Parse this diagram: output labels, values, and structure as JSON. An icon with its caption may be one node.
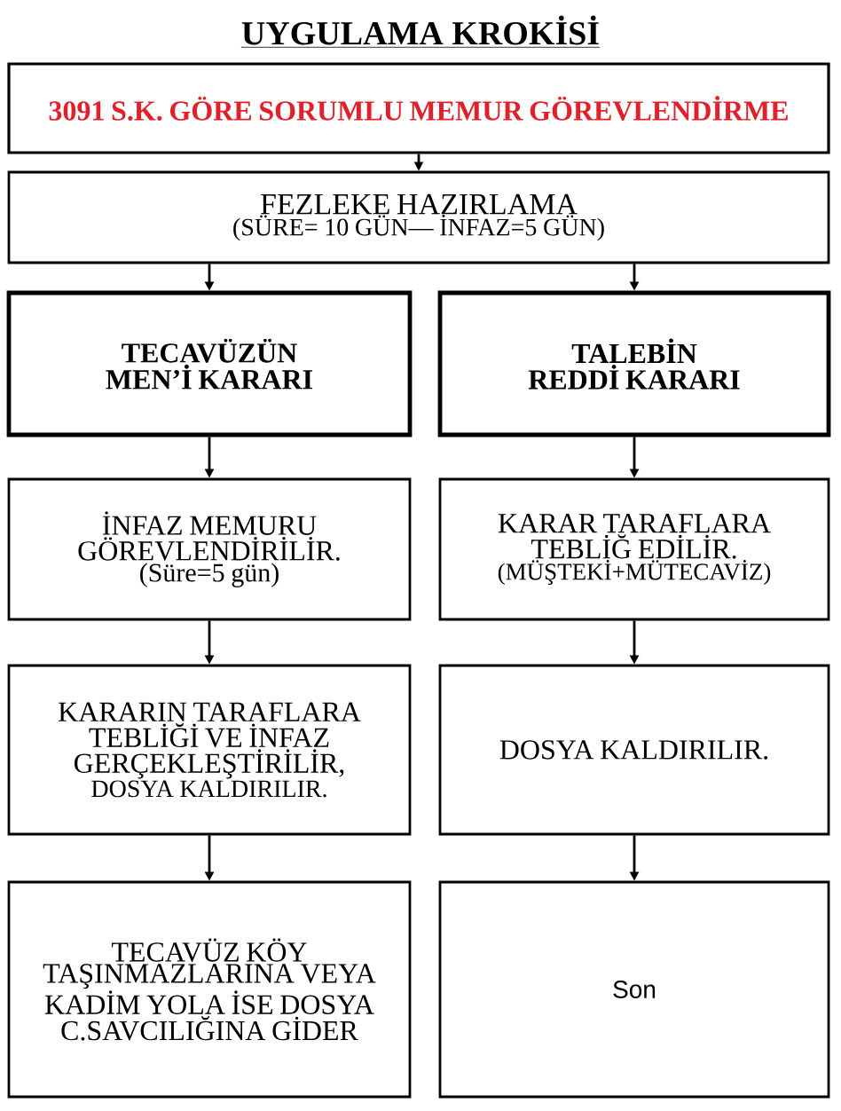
{
  "diagram": {
    "title": "UYGULAMA KROKİSİ",
    "nodes": [
      {
        "text": [
          "3091 S.K. GÖRE SORUMLU MEMUR GÖREVLENDİRME"
        ]
      },
      {
        "text": [
          "FEZLEKE HAZIRLAMA",
          "(SÜRE= 10 GÜN— İNFAZ=5 GÜN)"
        ]
      },
      {
        "text": [
          "TECAVÜZÜN MEN’İ KARARI"
        ]
      },
      {
        "text": [
          "TALEBİN REDDİ KARARI"
        ]
      },
      {
        "text": [
          "İNFAZ MEMURU GÖREVLENDİRİLİR.",
          "(Süre=5 gün)"
        ]
      },
      {
        "text": [
          "KARAR TARAFLARA TEBLİĞ EDİLİR.",
          "(MÜŞTEKİ+MÜTECAVİZ)"
        ]
      },
      {
        "text": [
          "KARARIN TARAFLARA TEBLİĞİ VE İNFAZ GERÇEKLEŞTİRİLİR,",
          "DOSYA KALDIRILIR."
        ]
      },
      {
        "text": [
          "DOSYA KALDIRILIR."
        ]
      },
      {
        "text": [
          "TECAVÜZ KÖY TAŞINMAZLARINA VEYA KADİM YOLA İSE DOSYA C.SAVCILIĞINA GİDER"
        ]
      },
      {
        "text": [
          "Son"
        ]
      }
    ],
    "edges": [
      {
        "from": 0,
        "to": 1,
        "arrow": "to"
      },
      {
        "from": 1,
        "to": 2,
        "arrow": "to"
      },
      {
        "from": 1,
        "to": 3,
        "arrow": "to"
      },
      {
        "from": 2,
        "to": 4,
        "arrow": "to"
      },
      {
        "from": 4,
        "to": 6,
        "arrow": "to"
      },
      {
        "from": 6,
        "to": 8,
        "arrow": "to"
      },
      {
        "from": 3,
        "to": 5,
        "arrow": "to"
      },
      {
        "from": 5,
        "to": 7,
        "arrow": "to"
      },
      {
        "from": 7,
        "to": 9,
        "arrow": "to"
      }
    ]
  }
}
